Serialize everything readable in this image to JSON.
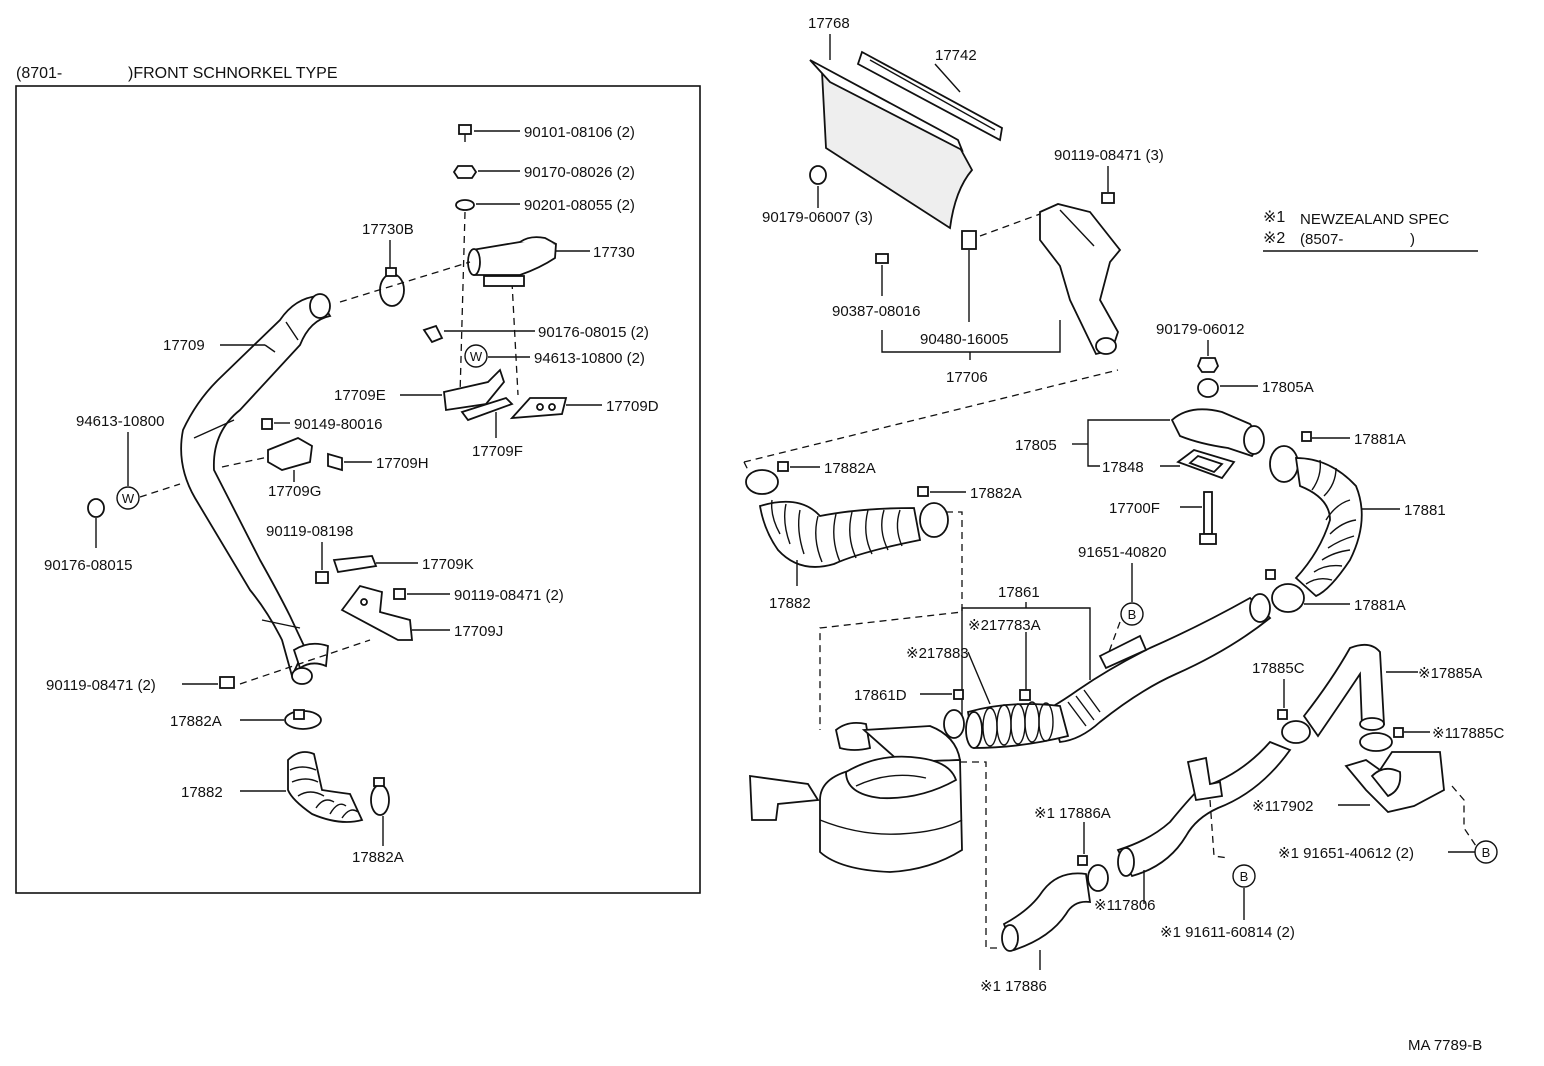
{
  "header": {
    "left_title_code": "(8701-",
    "left_title_text": ")FRONT SCHNORKEL TYPE"
  },
  "legend": {
    "note1_mark": "※1",
    "note1_text": "NEWZEALAND SPEC",
    "note2_mark": "※2",
    "note2_code": "(8507-",
    "note2_close": ")"
  },
  "footer": {
    "drawing_id": "MA 7789-B"
  },
  "labels": {
    "l90101": "90101-08106 (2)",
    "l90170": "90170-08026 (2)",
    "l90201": "90201-08055 (2)",
    "l17730B": "17730B",
    "l17730": "17730",
    "l17709": "17709",
    "l90176a": "90176-08015 (2)",
    "l94613a": "94613-10800 (2)",
    "l17709E": "17709E",
    "l17709D": "17709D",
    "l17709F": "17709F",
    "l94613b": "94613-10800",
    "l90149": "90149-80016",
    "l17709H": "17709H",
    "l17709G": "17709G",
    "l90176b": "90176-08015",
    "l90119a": "90119-08198",
    "l17709K": "17709K",
    "l90119b": "90119-08471 (2)",
    "l17709J": "17709J",
    "l90119c": "90119-08471 (2)",
    "l17882Aa": "17882A",
    "l17882a": "17882",
    "l17882Ab": "17882A",
    "l17768": "17768",
    "l17742": "17742",
    "l90119d": "90119-08471 (3)",
    "l90179a": "90179-06007 (3)",
    "l90387": "90387-08016",
    "l90480": "90480-16005",
    "l17706": "17706",
    "l90179b": "90179-06012",
    "l17805A": "17805A",
    "l17805": "17805",
    "l17848": "17848",
    "l17881Aa": "17881A",
    "l17882Ac": "17882A",
    "l17882Ad": "17882A",
    "l17700F": "17700F",
    "l17881": "17881",
    "l17882b": "17882",
    "l91651a": "91651-40820",
    "l17861": "17861",
    "l17881Ab": "17881A",
    "l17783A": "※217783A",
    "l17883": "※217883",
    "l17885C": "17885C",
    "l17885A": "※17885A",
    "l17861D": "17861D",
    "l17885Cb": "※117885C",
    "l17902": "※117902",
    "l17886A": "※1 17886A",
    "l91651b": "※1 91651-40612 (2)",
    "l17806": "※117806",
    "l91611": "※1 91611-60814 (2)",
    "l17886": "※1 17886"
  },
  "symbols": {
    "washer_mark": "W",
    "connector_mark": "B"
  }
}
